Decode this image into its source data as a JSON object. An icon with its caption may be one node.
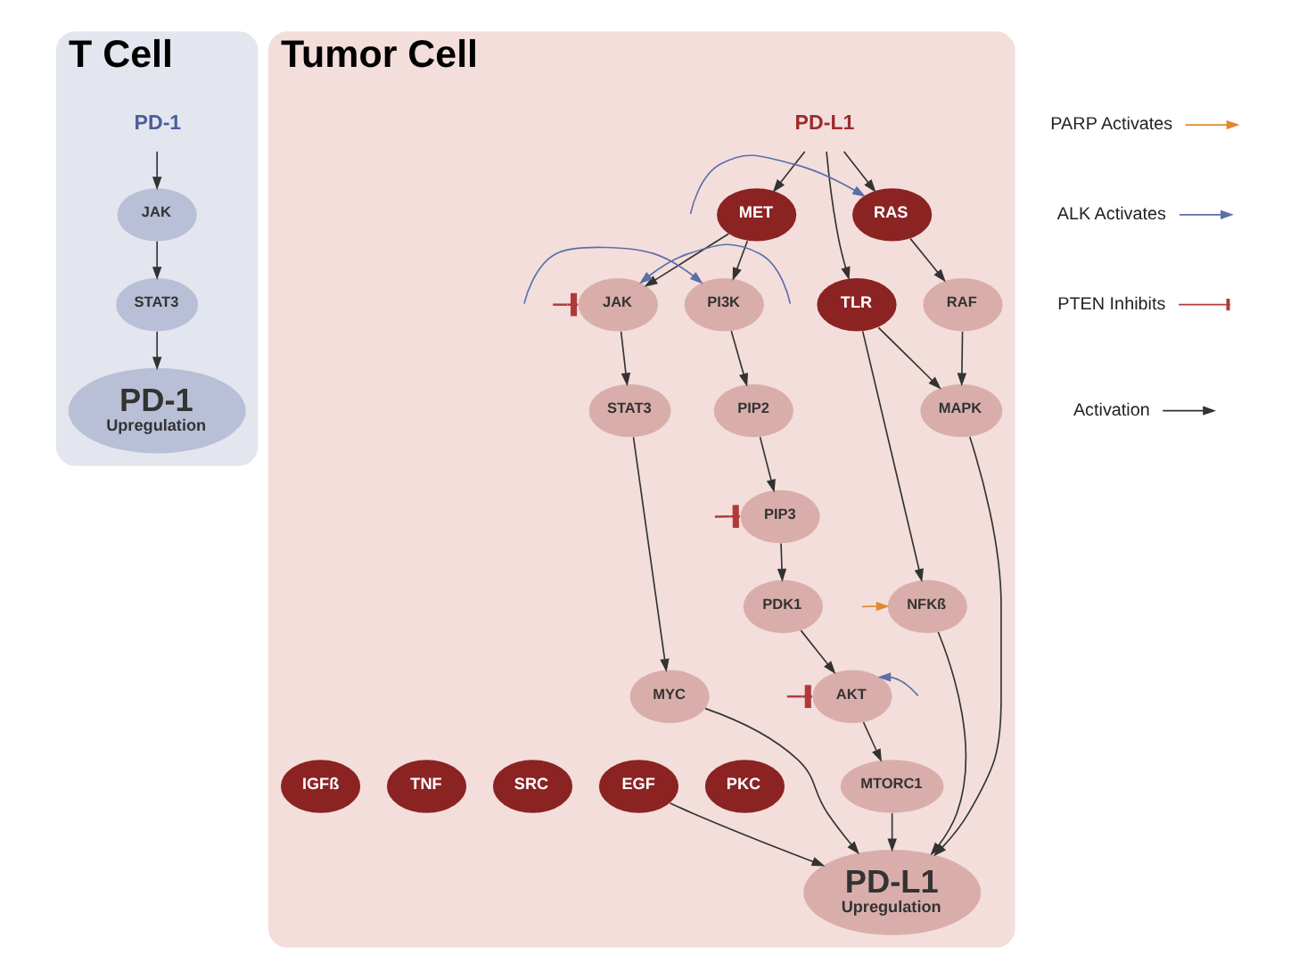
{
  "diagram": {
    "nodes": [
      {
        "text": [
          "T Cell"
        ]
      },
      {
        "text": [
          "JAK"
        ],
        "in": 0
      },
      {
        "text": [
          "STAT3"
        ],
        "in": 0
      },
      {
        "text": [
          "PD-1",
          "Upregulation"
        ],
        "in": 0
      },
      {
        "text": [
          "PD-1"
        ],
        "in": 0
      },
      {
        "text": [
          "Tumor Cell"
        ]
      },
      {
        "text": [
          "PD-L1"
        ],
        "in": 5
      },
      {
        "text": [
          "MET"
        ],
        "in": 5
      },
      {
        "text": [
          "JAK"
        ],
        "in": 5
      },
      {
        "text": [
          "STAT3"
        ],
        "in": 5
      },
      {
        "text": [
          "MYC"
        ],
        "in": 5
      },
      {
        "text": [
          "PI3K"
        ],
        "in": 5
      },
      {
        "text": [
          "PIP2"
        ],
        "in": 5
      },
      {
        "text": [
          "PIP3"
        ],
        "in": 5
      },
      {
        "text": [
          "PDK1"
        ],
        "in": 5
      },
      {
        "text": [
          "AKT"
        ],
        "in": 5
      },
      {
        "text": [
          "MTORC1"
        ],
        "in": 5
      },
      {
        "text": [
          "RAS"
        ],
        "in": 5
      },
      {
        "text": [
          "RAF"
        ],
        "in": 5
      },
      {
        "text": [
          "MAPK"
        ],
        "in": 5
      },
      {
        "text": [
          "TLR"
        ],
        "in": 5
      },
      {
        "text": [
          "NFKß"
        ],
        "in": 5
      },
      {
        "text": [
          "PD-L1",
          "Upregulation"
        ],
        "in": 5
      },
      {
        "text": [
          "PKC"
        ],
        "in": 5
      },
      {
        "text": [
          "EGF"
        ],
        "in": 5
      },
      {
        "text": [
          "SRC"
        ],
        "in": 5
      },
      {
        "text": [
          "TNF"
        ],
        "in": 5
      },
      {
        "text": [
          "IGFß"
        ],
        "in": 5
      }
    ],
    "edges": [
      {
        "from": 4,
        "to": 1,
        "arrow": "to"
      },
      {
        "from": 1,
        "to": 2,
        "arrow": "to"
      },
      {
        "from": 2,
        "to": 3,
        "arrow": "to"
      },
      {
        "from": 6,
        "to": 7,
        "arrow": "to"
      },
      {
        "from": 6,
        "to": 17,
        "arrow": "to"
      },
      {
        "from": 6,
        "to": 20,
        "arrow": "to"
      },
      {
        "from": 7,
        "to": 8,
        "arrow": "to"
      },
      {
        "from": 7,
        "to": 11,
        "arrow": "to"
      },
      {
        "from": 8,
        "to": 9,
        "arrow": "to"
      },
      {
        "from": 9,
        "to": 10,
        "arrow": "to"
      },
      {
        "from": 11,
        "to": 12,
        "arrow": "to"
      },
      {
        "from": 12,
        "to": 13,
        "arrow": "to"
      },
      {
        "from": 13,
        "to": 14,
        "arrow": "to"
      },
      {
        "from": 14,
        "to": 15,
        "arrow": "to"
      },
      {
        "from": 15,
        "to": 16,
        "arrow": "to"
      },
      {
        "from": 17,
        "to": 18,
        "arrow": "to"
      },
      {
        "from": 18,
        "to": 19,
        "arrow": "to"
      },
      {
        "from": 20,
        "to": 19,
        "arrow": "to"
      },
      {
        "from": 20,
        "to": 21,
        "arrow": "to"
      },
      {
        "from": 21,
        "to": 22,
        "arrow": "to"
      },
      {
        "from": 19,
        "to": 22,
        "arrow": "to"
      },
      {
        "from": 10,
        "to": 22,
        "arrow": "to"
      },
      {
        "from": 16,
        "to": 22,
        "arrow": "to"
      },
      {
        "from": 24,
        "to": 22,
        "arrow": "to"
      },
      {
        "from": null,
        "to": 17,
        "arrow": "to",
        "color": "#5b6fa8"
      },
      {
        "from": null,
        "to": 8,
        "arrow": "to",
        "color": "#5b6fa8"
      },
      {
        "from": null,
        "to": 8,
        "arrow": "other",
        "color": "#b03a3a"
      },
      {
        "from": null,
        "to": 11,
        "arrow": "to",
        "color": "#5b6fa8"
      },
      {
        "from": null,
        "to": 13,
        "arrow": "other",
        "color": "#b03a3a"
      },
      {
        "from": null,
        "to": 15,
        "arrow": "to",
        "color": "#5b6fa8"
      },
      {
        "from": null,
        "to": 15,
        "arrow": "other",
        "color": "#b03a3a"
      },
      {
        "from": null,
        "to": 21,
        "arrow": "to",
        "color": "#e08a2c"
      }
    ],
    "legend": [
      {
        "text": "PARP Activates"
      },
      {
        "text": "ALK Activates"
      },
      {
        "text": "PTEN Inhibits"
      },
      {
        "text": "Activation"
      }
    ]
  }
}
